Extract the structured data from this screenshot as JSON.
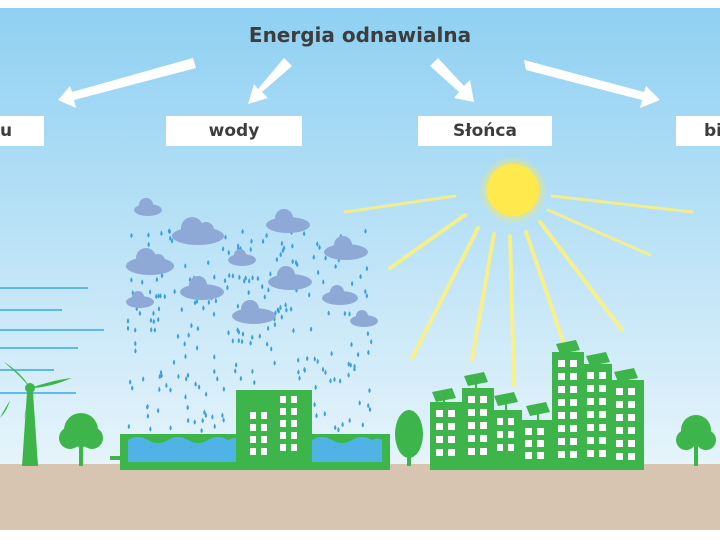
{
  "diagram": {
    "title": "Energia odnawialna",
    "labels": [
      {
        "id": "wiatru",
        "text": "u"
      },
      {
        "id": "wody",
        "text": "wody"
      },
      {
        "id": "slonca",
        "text": "Słońca"
      },
      {
        "id": "biomasy",
        "text": "bi"
      }
    ]
  },
  "colors": {
    "sky_top": "#8fd0f2",
    "sky_bottom": "#e6f4fb",
    "ground": "#d7c4b1",
    "green": "#3db54a",
    "water": "#4fb3e6",
    "rain": "#3f9fd8",
    "cloud": "#8fa9d6",
    "sun": "#ffe94d",
    "wind_lines": "#3fb0e6",
    "arrow": "#ffffff"
  }
}
